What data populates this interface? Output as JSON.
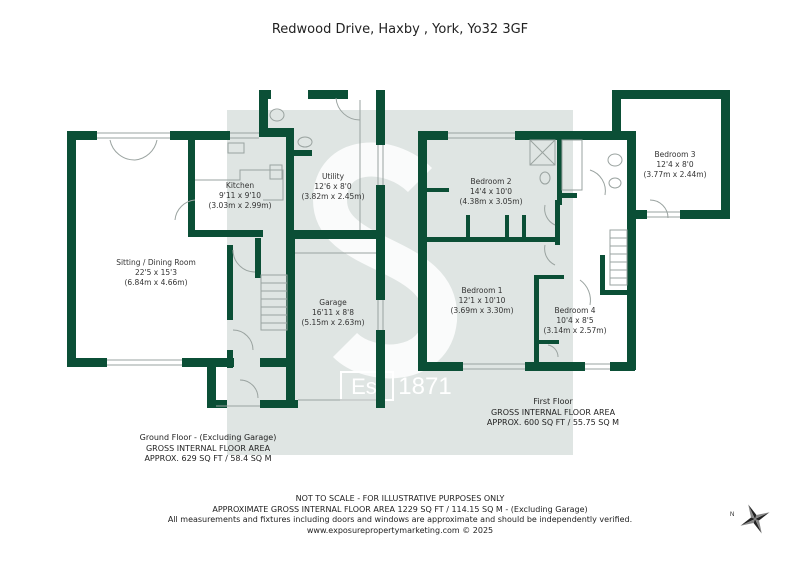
{
  "header": {
    "title": "Redwood Drive, Haxby , York, Yo32 3GF"
  },
  "colors": {
    "wall": "#0b4f36",
    "watermark_bg": "#dfe5e3",
    "watermark_fg": "#ffffff",
    "fixture_line": "#9aa3a0",
    "text": "#222222"
  },
  "watermark": {
    "letter": "S",
    "est_label": "Est",
    "year": "1871"
  },
  "ground_floor": {
    "rooms": [
      {
        "name": "Sitting / Dining Room",
        "imperial": "22'5 x 15'3",
        "metric": "(6.84m x 4.66m)"
      },
      {
        "name": "Kitchen",
        "imperial": "9'11 x 9'10",
        "metric": "(3.03m x 2.99m)"
      },
      {
        "name": "Utility",
        "imperial": "12'6 x 8'0",
        "metric": "(3.82m x 2.45m)"
      },
      {
        "name": "Garage",
        "imperial": "16'11 x 8'8",
        "metric": "(5.15m x 2.63m)"
      }
    ],
    "area": {
      "line1": "Ground Floor - (Excluding Garage)",
      "line2": "GROSS INTERNAL FLOOR AREA",
      "line3": "APPROX. 629 SQ FT / 58.4 SQ M"
    }
  },
  "first_floor": {
    "rooms": [
      {
        "name": "Bedroom 2",
        "imperial": "14'4 x 10'0",
        "metric": "(4.38m x 3.05m)"
      },
      {
        "name": "Bedroom 3",
        "imperial": "12'4 x 8'0",
        "metric": "(3.77m x 2.44m)"
      },
      {
        "name": "Bedroom 1",
        "imperial": "12'1 x 10'10",
        "metric": "(3.69m x 3.30m)"
      },
      {
        "name": "Bedroom 4",
        "imperial": "10'4 x 8'5",
        "metric": "(3.14m x 2.57m)"
      }
    ],
    "area": {
      "line1": "First Floor",
      "line2": "GROSS INTERNAL FLOOR AREA",
      "line3": "APPROX. 600 SQ FT / 55.75 SQ M"
    }
  },
  "footer": {
    "line1": "NOT TO SCALE - FOR ILLUSTRATIVE PURPOSES ONLY",
    "line2": "APPROXIMATE GROSS INTERNAL FLOOR AREA 1229 SQ FT / 114.15 SQ M - (Excluding Garage)",
    "line3": "All measurements and fixtures including doors and windows are approximate and should be independently verified.",
    "line4": "www.exposurepropertymarketing.com © 2025"
  },
  "compass": {
    "icon": "compass-rose-icon",
    "north_marker": "N"
  }
}
